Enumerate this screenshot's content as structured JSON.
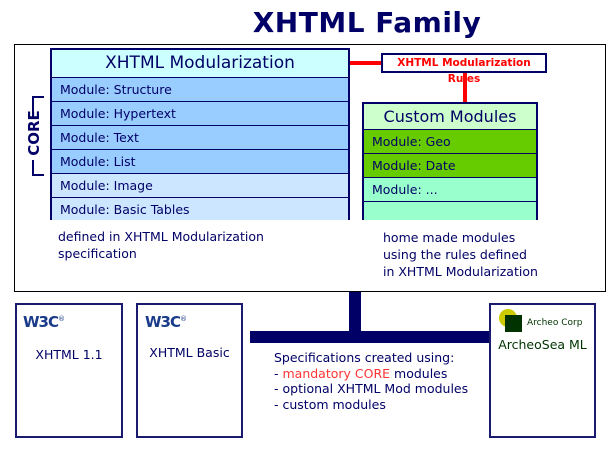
{
  "title": "XHTML Family",
  "modularization": {
    "header": "XHTML Modularization",
    "core_label": "CORE",
    "modules": [
      {
        "label": "Module: Structure",
        "core": true
      },
      {
        "label": "Module: Hypertext",
        "core": true
      },
      {
        "label": "Module: Text",
        "core": true
      },
      {
        "label": "Module: List",
        "core": true
      },
      {
        "label": "Module: Image",
        "core": false
      },
      {
        "label": "Module: Basic Tables",
        "core": false
      }
    ],
    "note_line1": "defined in XHTML Modularization",
    "note_line2": "specification"
  },
  "rules_box": {
    "label": "XHTML Modularization Rules"
  },
  "custom": {
    "header": "Custom Modules",
    "modules": [
      "Module: Geo",
      "Module: Date",
      "Module: ...",
      ""
    ],
    "note_line1": "home made modules",
    "note_line2": "using the rules defined",
    "note_line3": "in XHTML Modularization"
  },
  "cards": [
    {
      "logo": "W3C",
      "title": "XHTML 1.1"
    },
    {
      "logo": "W3C",
      "title": "XHTML Basic"
    },
    {
      "logo": "Archeo Corp",
      "title": "ArcheoSea ML"
    }
  ],
  "specs": {
    "heading": "Specifications created using:",
    "item1_prefix": "- ",
    "item1_highlight": "mandatory CORE",
    "item1_suffix": " modules",
    "item2": "- optional XHTML Mod modules",
    "item3": "- custom modules"
  },
  "colors": {
    "navy": "#000066",
    "red": "#ff0000",
    "core_blue": "#99ccff",
    "optional_blue": "#cce6ff",
    "header_cyan": "#ccffff",
    "custom_green": "#66cc00",
    "custom_aqua": "#99ffcc",
    "custom_header": "#ccffcc"
  }
}
